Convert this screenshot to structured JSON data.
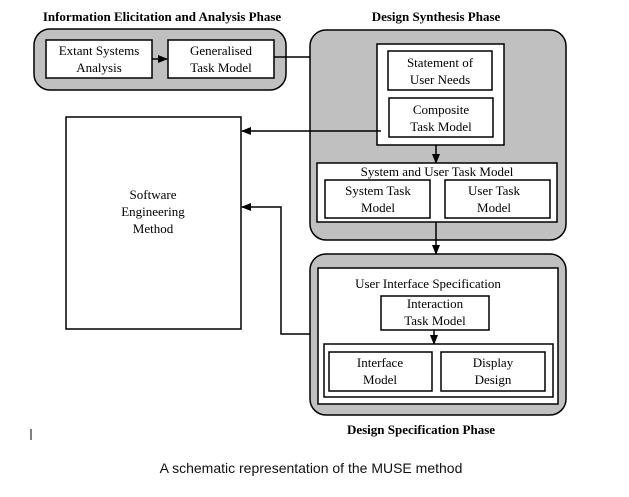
{
  "phases": {
    "elicitation": {
      "title": "Information Elicitation and Analysis Phase",
      "nodes": {
        "extant": [
          "Extant Systems",
          "Analysis"
        ],
        "generalised": [
          "Generalised",
          "Task Model"
        ]
      }
    },
    "synthesis": {
      "title": "Design Synthesis Phase",
      "nodes": {
        "user_needs": [
          "Statement of",
          "User Needs"
        ],
        "composite": [
          "Composite",
          "Task Model"
        ],
        "sutm_title": "System and User Task Model",
        "system_task": [
          "System Task",
          "Model"
        ],
        "user_task": [
          "User Task",
          "Model"
        ]
      }
    },
    "specification": {
      "title": "Design Specification Phase",
      "nodes": {
        "uis_title": "User Interface Specification",
        "interaction": [
          "Interaction",
          "Task Model"
        ],
        "interface": [
          "Interface",
          "Model"
        ],
        "display": [
          "Display",
          "Design"
        ]
      }
    }
  },
  "software_engineering": [
    "Software",
    "Engineering",
    "Method"
  ],
  "caption": "A schematic representation of the MUSE method",
  "colors": {
    "phase_fill": "#c0c0c0",
    "stroke": "#000000"
  }
}
